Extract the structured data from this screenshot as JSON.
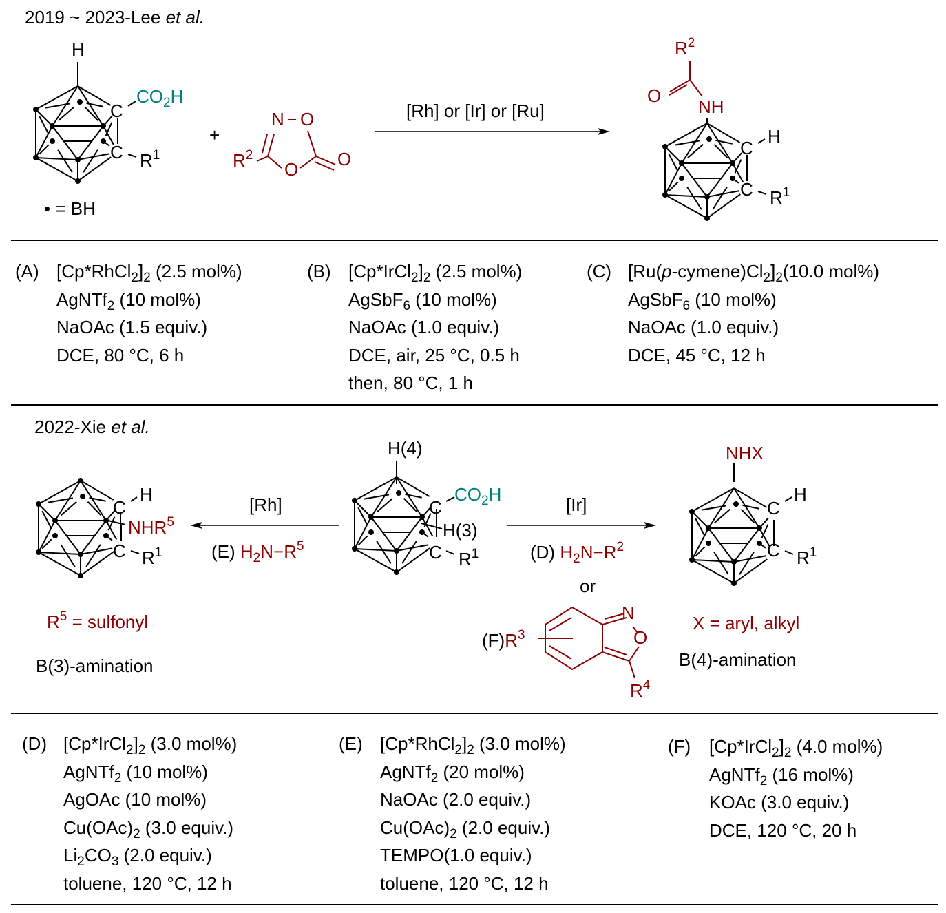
{
  "colors": {
    "text": "#000000",
    "accent_red": "#8b0000",
    "accent_teal": "#008080"
  },
  "section1": {
    "header_main": "2019 ~ 2023-Lee ",
    "header_ital": "et al.",
    "start_material": {
      "top": "H",
      "c1": "C",
      "c2": "C",
      "acid": "CO",
      "acid_sub": "2",
      "acid_end": "H",
      "r": "R",
      "r_sup": "1"
    },
    "plus": "+",
    "dioxazolone": {
      "n": "N",
      "o1": "O",
      "o2": "O",
      "o3": "O",
      "r": "R",
      "r_sup": "2"
    },
    "legend": "•  = BH",
    "arrow_label": "[Rh] or [Ir] or [Ru]",
    "product": {
      "r": "R",
      "r_sup": "2",
      "o": "O",
      "nh": "NH",
      "c1": "C",
      "h": "H",
      "c2": "C",
      "r1": "R",
      "r1_sup": "1"
    }
  },
  "conditions_top": [
    {
      "label": "(A)",
      "lines": [
        {
          "parts": [
            [
              "",
              "[Cp*RhCl"
            ],
            [
              "sub",
              "2"
            ],
            [
              "",
              "]"
            ],
            [
              "sub",
              "2"
            ],
            [
              "",
              " (2.5 mol%)"
            ]
          ]
        },
        {
          "parts": [
            [
              "",
              "AgNTf"
            ],
            [
              "sub",
              "2"
            ],
            [
              "",
              " (10 mol%)"
            ]
          ]
        },
        {
          "parts": [
            [
              "",
              "NaOAc (1.5 equiv.)"
            ]
          ]
        },
        {
          "parts": [
            [
              "",
              "DCE, 80 °C, 6 h"
            ]
          ]
        }
      ]
    },
    {
      "label": "(B)",
      "lines": [
        {
          "parts": [
            [
              "",
              "[Cp*IrCl"
            ],
            [
              "sub",
              "2"
            ],
            [
              "",
              "]"
            ],
            [
              "sub",
              "2"
            ],
            [
              "",
              " (2.5 mol%)"
            ]
          ]
        },
        {
          "parts": [
            [
              "",
              "AgSbF"
            ],
            [
              "sub",
              "6"
            ],
            [
              "",
              " (10 mol%)"
            ]
          ]
        },
        {
          "parts": [
            [
              "",
              "NaOAc (1.0 equiv.)"
            ]
          ]
        },
        {
          "parts": [
            [
              "",
              "DCE, air, 25 °C, 0.5 h"
            ]
          ]
        },
        {
          "parts": [
            [
              "",
              "then, 80 °C, 1 h"
            ]
          ]
        }
      ]
    },
    {
      "label": "(C)",
      "lines": [
        {
          "parts": [
            [
              "",
              "[Ru("
            ],
            [
              "i",
              "p"
            ],
            [
              "",
              "-cymene)Cl"
            ],
            [
              "sub",
              "2"
            ],
            [
              "",
              "]"
            ],
            [
              "sub",
              "2"
            ],
            [
              "",
              "(10.0 mol%)"
            ]
          ]
        },
        {
          "parts": [
            [
              "",
              "AgSbF"
            ],
            [
              "sub",
              "6"
            ],
            [
              "",
              " (10 mol%)"
            ]
          ]
        },
        {
          "parts": [
            [
              "",
              "NaOAc (1.0 equiv.)"
            ]
          ]
        },
        {
          "parts": [
            [
              "",
              "DCE, 45 °C, 12 h"
            ]
          ]
        }
      ]
    }
  ],
  "section2": {
    "header_main": "2022-Xie ",
    "header_ital": "et al.",
    "center": {
      "h4": "H(4)",
      "c1": "C",
      "acid": "CO",
      "acid_sub": "2",
      "acid_end": "H",
      "h3": "H(3)",
      "c2": "C",
      "r": "R",
      "r_sup": "1"
    },
    "left_product": {
      "c1": "C",
      "h": "H",
      "nhr": "NHR",
      "nhr_sup": "5",
      "c2": "C",
      "r": "R",
      "r_sup": "1"
    },
    "left_arrow": {
      "top": "[Rh]",
      "cond_label": "(E) ",
      "reagent_a": "H",
      "reagent_sub": "2",
      "reagent_b": "N−R",
      "reagent_sup": "5"
    },
    "right_arrow": {
      "top": "[Ir]",
      "cond_label": "(D) ",
      "reagent_a": "H",
      "reagent_sub": "2",
      "reagent_b": "N−R",
      "reagent_sup": "2",
      "or": "or"
    },
    "anthranil": {
      "label": "(F)",
      "r3": "R",
      "r3_sup": "3",
      "n": "N",
      "o": "O",
      "r4": "R",
      "r4_sup": "4"
    },
    "right_product": {
      "nhx": "NHX",
      "c1": "C",
      "h": "H",
      "c2": "C",
      "r": "R",
      "r_sup": "1"
    },
    "left_note_a": "R",
    "left_note_sup": "5",
    "left_note_b": " = sulfonyl",
    "left_caption": "B(3)-amination",
    "right_note": "X = aryl, alkyl",
    "right_caption": "B(4)-amination"
  },
  "conditions_bottom": [
    {
      "label": "(D)",
      "lines": [
        {
          "parts": [
            [
              "",
              "[Cp*IrCl"
            ],
            [
              "sub",
              "2"
            ],
            [
              "",
              "]"
            ],
            [
              "sub",
              "2"
            ],
            [
              "",
              " (3.0 mol%)"
            ]
          ]
        },
        {
          "parts": [
            [
              "",
              "AgNTf"
            ],
            [
              "sub",
              "2"
            ],
            [
              "",
              " (10 mol%)"
            ]
          ]
        },
        {
          "parts": [
            [
              "",
              "AgOAc (10 mol%)"
            ]
          ]
        },
        {
          "parts": [
            [
              "",
              "Cu(OAc)"
            ],
            [
              "sub",
              "2"
            ],
            [
              "",
              " (3.0 equiv.)"
            ]
          ]
        },
        {
          "parts": [
            [
              "",
              "Li"
            ],
            [
              "sub",
              "2"
            ],
            [
              "",
              "CO"
            ],
            [
              "sub",
              "3"
            ],
            [
              "",
              " (2.0 equiv.)"
            ]
          ]
        },
        {
          "parts": [
            [
              "",
              "toluene, 120 °C, 12 h"
            ]
          ]
        }
      ]
    },
    {
      "label": "(E)",
      "lines": [
        {
          "parts": [
            [
              "",
              "[Cp*RhCl"
            ],
            [
              "sub",
              "2"
            ],
            [
              "",
              "]"
            ],
            [
              "sub",
              "2"
            ],
            [
              "",
              " (3.0 mol%)"
            ]
          ]
        },
        {
          "parts": [
            [
              "",
              "AgNTf"
            ],
            [
              "sub",
              "2"
            ],
            [
              "",
              " (20 mol%)"
            ]
          ]
        },
        {
          "parts": [
            [
              "",
              "NaOAc (2.0 equiv.)"
            ]
          ]
        },
        {
          "parts": [
            [
              "",
              "Cu(OAc)"
            ],
            [
              "sub",
              "2"
            ],
            [
              "",
              " (2.0 equiv.)"
            ]
          ]
        },
        {
          "parts": [
            [
              "",
              "TEMPO(1.0 equiv.)"
            ]
          ]
        },
        {
          "parts": [
            [
              "",
              "toluene, 120 °C, 12 h"
            ]
          ]
        }
      ]
    },
    {
      "label": "(F)",
      "lines": [
        {
          "parts": [
            [
              "",
              "[Cp*IrCl"
            ],
            [
              "sub",
              "2"
            ],
            [
              "",
              "]"
            ],
            [
              "sub",
              "2"
            ],
            [
              "",
              " (4.0 mol%)"
            ]
          ]
        },
        {
          "parts": [
            [
              "",
              "AgNTf"
            ],
            [
              "sub",
              "2"
            ],
            [
              "",
              " (16 mol%)"
            ]
          ]
        },
        {
          "parts": [
            [
              "",
              "KOAc (3.0 equiv.)"
            ]
          ]
        },
        {
          "parts": [
            [
              "",
              "DCE, 120 °C, 20 h"
            ]
          ]
        }
      ]
    }
  ]
}
